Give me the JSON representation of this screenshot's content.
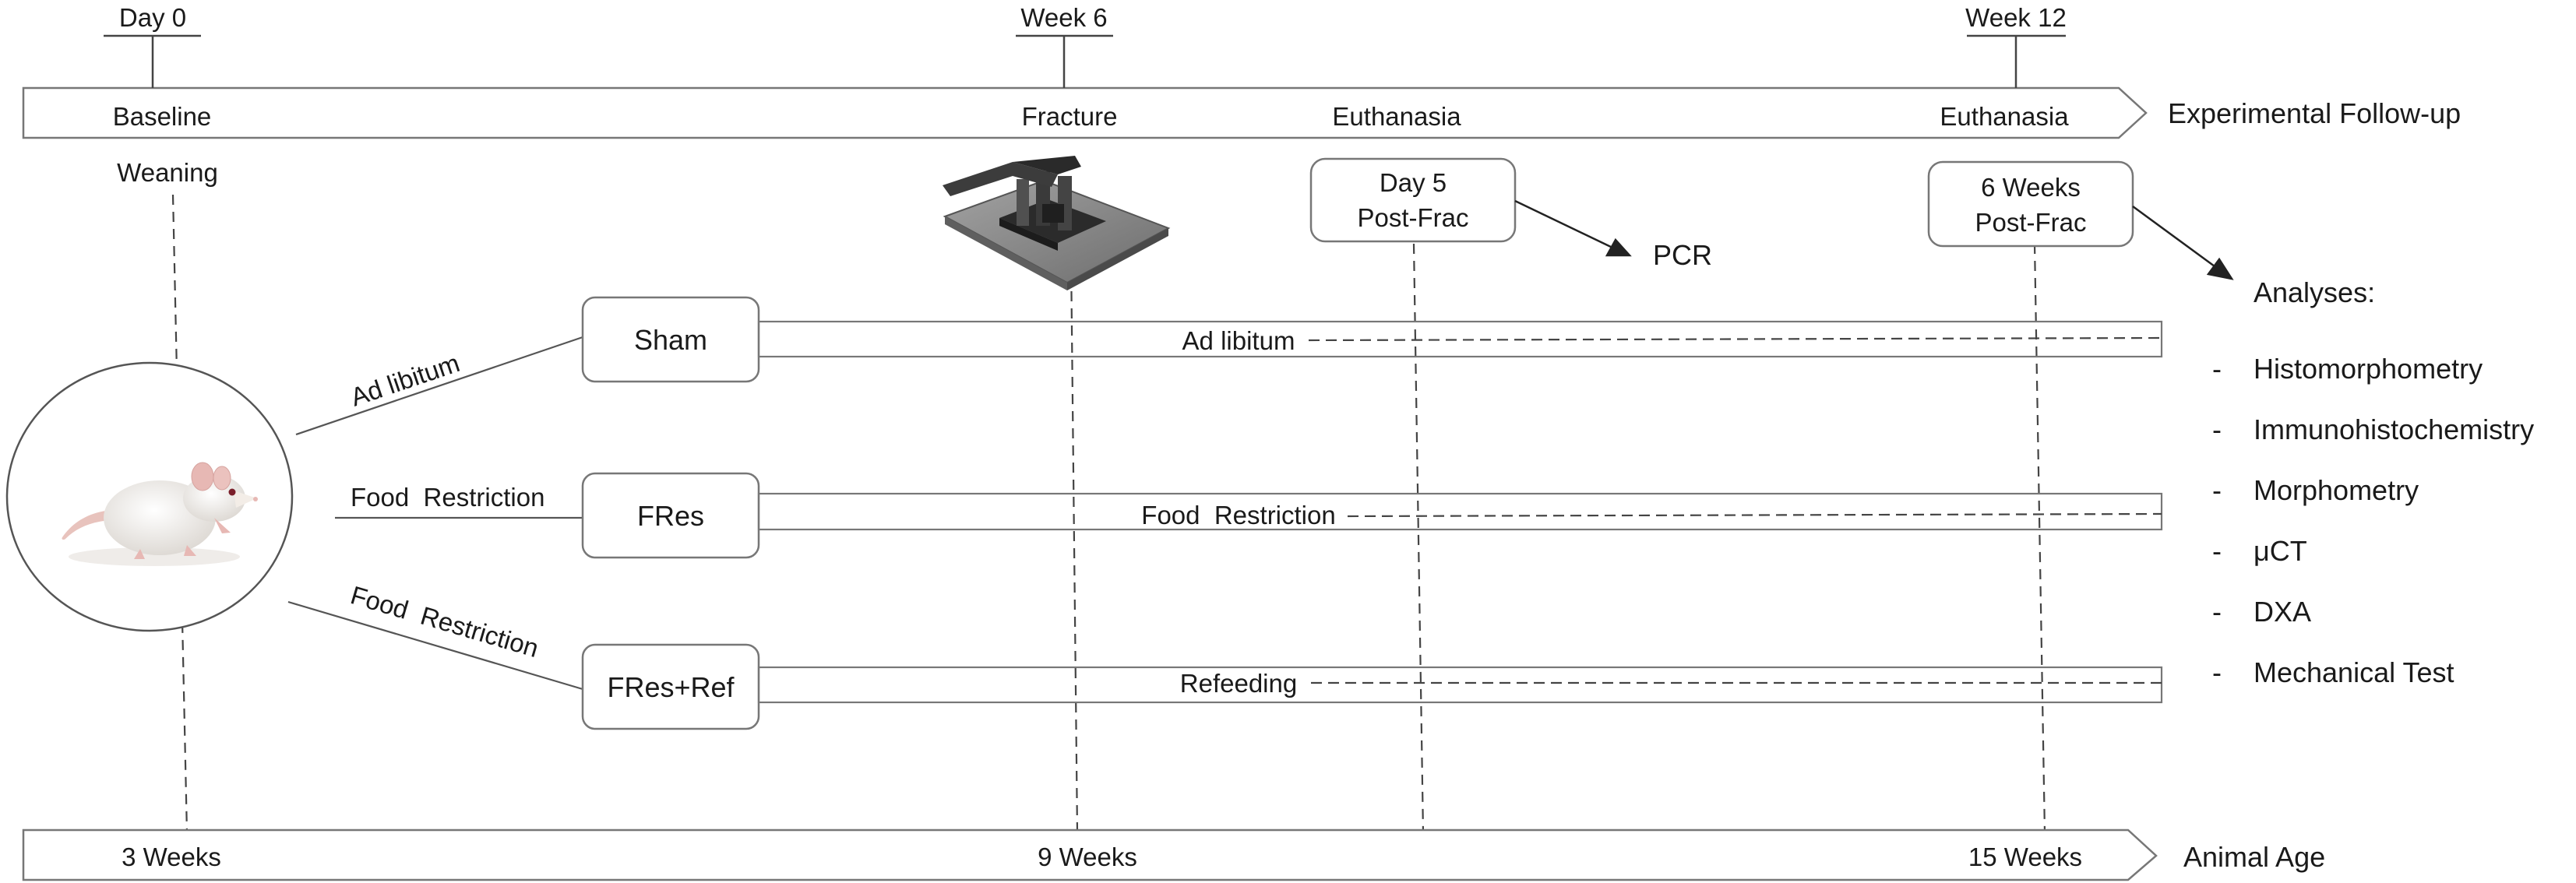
{
  "timeline": {
    "ticks": [
      {
        "label": "Day 0"
      },
      {
        "label": "Week 6"
      },
      {
        "label": "Week 12"
      }
    ],
    "events": {
      "baseline": "Baseline",
      "fracture": "Fracture",
      "euthanasia_1": "Euthanasia",
      "euthanasia_2": "Euthanasia"
    },
    "weaning": "Weaning",
    "arrow_label": "Experimental Follow-up"
  },
  "timepoints": {
    "early": {
      "line1": "Day 5",
      "line2": "Post-Frac"
    },
    "late": {
      "line1": "6 Weeks",
      "line2": "Post-Frac"
    }
  },
  "outputs": {
    "pcr": "PCR",
    "analyses_title": "Analyses:",
    "analyses": [
      "Histomorphometry",
      "Immunohistochemistry",
      "Morphometry",
      "μCT",
      "DXA",
      "Mechanical Test"
    ],
    "bullet": "-"
  },
  "groups": [
    {
      "name": "Sham",
      "branch_label": "Ad libitum",
      "diet_label": "Ad libitum"
    },
    {
      "name": "FRes",
      "branch_label": "Food  Restriction",
      "diet_label": "Food  Restriction"
    },
    {
      "name": "FRes+Ref",
      "branch_label": "Food  Restriction",
      "diet_label": "Refeeding"
    }
  ],
  "age_axis": {
    "labels": [
      "3 Weeks",
      "9 Weeks",
      "15 Weeks"
    ],
    "arrow_label": "Animal Age"
  },
  "colors": {
    "line": "#555555",
    "dash": "#444444",
    "box_stroke": "#777777",
    "text": "#1a1a1a",
    "rat_fur": "#f2efeb",
    "rat_ear": "#e7b8b4",
    "device_dark": "#3a3a3a",
    "device_plate": "#8a8a8a"
  },
  "icons": {
    "rat": "rat-illustration",
    "device": "fracture-device-illustration"
  }
}
